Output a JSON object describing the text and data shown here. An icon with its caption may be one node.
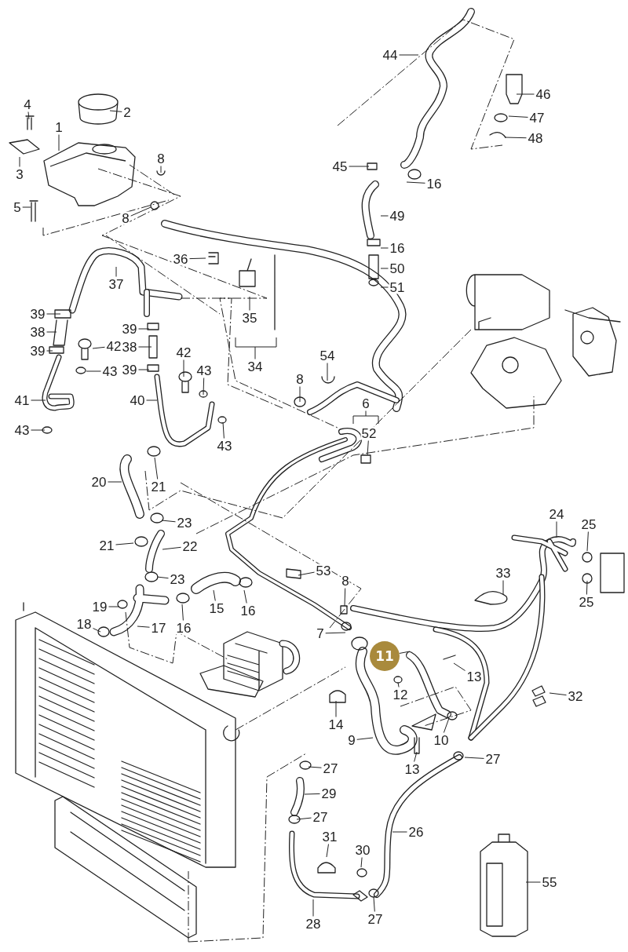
{
  "diagram": {
    "nodes": [
      {
        "text": [
          "4"
        ]
      },
      {
        "text": [
          "2"
        ]
      },
      {
        "text": [
          "1"
        ]
      },
      {
        "text": [
          "8"
        ]
      },
      {
        "text": [
          "3"
        ]
      },
      {
        "text": [
          "5"
        ]
      },
      {
        "text": [
          "8"
        ]
      },
      {
        "text": [
          "44"
        ]
      },
      {
        "text": [
          "46"
        ]
      },
      {
        "text": [
          "47"
        ]
      },
      {
        "text": [
          "48"
        ]
      },
      {
        "text": [
          "45"
        ]
      },
      {
        "text": [
          "16"
        ]
      },
      {
        "text": [
          "49"
        ]
      },
      {
        "text": [
          "16"
        ]
      },
      {
        "text": [
          "50"
        ]
      },
      {
        "text": [
          "51"
        ]
      },
      {
        "text": [
          "36"
        ]
      },
      {
        "text": [
          "37"
        ]
      },
      {
        "text": [
          "35"
        ]
      },
      {
        "text": [
          "34"
        ]
      },
      {
        "text": [
          "39"
        ]
      },
      {
        "text": [
          "38"
        ]
      },
      {
        "text": [
          "39"
        ]
      },
      {
        "text": [
          "39"
        ]
      },
      {
        "text": [
          "38"
        ]
      },
      {
        "text": [
          "42"
        ]
      },
      {
        "text": [
          "43"
        ]
      },
      {
        "text": [
          "39"
        ]
      },
      {
        "text": [
          "42"
        ]
      },
      {
        "text": [
          "43"
        ]
      },
      {
        "text": [
          "41"
        ]
      },
      {
        "text": [
          "40"
        ]
      },
      {
        "text": [
          "43"
        ]
      },
      {
        "text": [
          "43"
        ]
      },
      {
        "text": [
          "8"
        ]
      },
      {
        "text": [
          "54"
        ]
      },
      {
        "text": [
          "6"
        ]
      },
      {
        "text": [
          "52"
        ]
      },
      {
        "text": [
          "20"
        ]
      },
      {
        "text": [
          "21"
        ]
      },
      {
        "text": [
          "23"
        ]
      },
      {
        "text": [
          "21"
        ]
      },
      {
        "text": [
          "22"
        ]
      },
      {
        "text": [
          "24"
        ]
      },
      {
        "text": [
          "25"
        ]
      },
      {
        "text": [
          "33"
        ]
      },
      {
        "text": [
          "53"
        ]
      },
      {
        "text": [
          "23"
        ]
      },
      {
        "text": [
          "8"
        ]
      },
      {
        "text": [
          "15"
        ]
      },
      {
        "text": [
          "16"
        ]
      },
      {
        "text": [
          "19"
        ]
      },
      {
        "text": [
          "16"
        ]
      },
      {
        "text": [
          "25"
        ]
      },
      {
        "text": [
          "18"
        ]
      },
      {
        "text": [
          "17"
        ]
      },
      {
        "text": [
          "7"
        ]
      },
      {
        "text": [
          "11"
        ]
      },
      {
        "text": [
          "13"
        ]
      },
      {
        "text": [
          "12"
        ]
      },
      {
        "text": [
          "32"
        ]
      },
      {
        "text": [
          "14"
        ]
      },
      {
        "text": [
          "9"
        ]
      },
      {
        "text": [
          "10"
        ]
      },
      {
        "text": [
          "13"
        ]
      },
      {
        "text": [
          "27"
        ]
      },
      {
        "text": [
          "27"
        ]
      },
      {
        "text": [
          "29"
        ]
      },
      {
        "text": [
          "27"
        ]
      },
      {
        "text": [
          "31"
        ]
      },
      {
        "text": [
          "26"
        ]
      },
      {
        "text": [
          "30"
        ]
      },
      {
        "text": [
          "55"
        ]
      },
      {
        "text": [
          "28"
        ]
      },
      {
        "text": [
          "27"
        ]
      }
    ],
    "edges": [
      {
        "from": 0,
        "to": null,
        "arrow": "none"
      },
      {
        "from": 1,
        "to": null,
        "arrow": "none"
      },
      {
        "from": 2,
        "to": null,
        "arrow": "none"
      },
      {
        "from": 3,
        "to": null,
        "arrow": "none"
      },
      {
        "from": 4,
        "to": null,
        "arrow": "none"
      },
      {
        "from": 5,
        "to": null,
        "arrow": "none"
      },
      {
        "from": 6,
        "to": null,
        "arrow": "none"
      },
      {
        "from": 7,
        "to": null,
        "arrow": "none"
      },
      {
        "from": 8,
        "to": null,
        "arrow": "none"
      },
      {
        "from": 9,
        "to": null,
        "arrow": "none"
      },
      {
        "from": 10,
        "to": null,
        "arrow": "none"
      },
      {
        "from": 11,
        "to": null,
        "arrow": "none"
      },
      {
        "from": 12,
        "to": null,
        "arrow": "none"
      },
      {
        "from": 13,
        "to": null,
        "arrow": "none"
      },
      {
        "from": 14,
        "to": null,
        "arrow": "none"
      },
      {
        "from": 15,
        "to": null,
        "arrow": "none"
      },
      {
        "from": 16,
        "to": null,
        "arrow": "none"
      },
      {
        "from": 17,
        "to": null,
        "arrow": "none"
      },
      {
        "from": 18,
        "to": null,
        "arrow": "none"
      },
      {
        "from": 19,
        "to": null,
        "arrow": "none"
      },
      {
        "from": 20,
        "to": null,
        "arrow": "none"
      },
      {
        "from": 21,
        "to": null,
        "arrow": "none"
      },
      {
        "from": 22,
        "to": null,
        "arrow": "none"
      },
      {
        "from": 23,
        "to": null,
        "arrow": "none"
      },
      {
        "from": 24,
        "to": null,
        "arrow": "none"
      },
      {
        "from": 25,
        "to": null,
        "arrow": "none"
      },
      {
        "from": 26,
        "to": null,
        "arrow": "none"
      },
      {
        "from": 27,
        "to": null,
        "arrow": "none"
      },
      {
        "from": 28,
        "to": null,
        "arrow": "none"
      },
      {
        "from": 29,
        "to": null,
        "arrow": "none"
      },
      {
        "from": 30,
        "to": null,
        "arrow": "none"
      },
      {
        "from": 31,
        "to": null,
        "arrow": "none"
      },
      {
        "from": 32,
        "to": null,
        "arrow": "none"
      },
      {
        "from": 33,
        "to": null,
        "arrow": "none"
      },
      {
        "from": 34,
        "to": null,
        "arrow": "none"
      },
      {
        "from": 35,
        "to": null,
        "arrow": "none"
      },
      {
        "from": 36,
        "to": null,
        "arrow": "none"
      },
      {
        "from": 37,
        "to": null,
        "arrow": "none"
      },
      {
        "from": 38,
        "to": null,
        "arrow": "none"
      },
      {
        "from": 39,
        "to": null,
        "arrow": "none"
      },
      {
        "from": 40,
        "to": null,
        "arrow": "none"
      },
      {
        "from": 41,
        "to": null,
        "arrow": "none"
      },
      {
        "from": 42,
        "to": null,
        "arrow": "none"
      },
      {
        "from": 43,
        "to": null,
        "arrow": "none"
      },
      {
        "from": 44,
        "to": null,
        "arrow": "none"
      },
      {
        "from": 45,
        "to": null,
        "arrow": "none"
      },
      {
        "from": 46,
        "to": null,
        "arrow": "none"
      },
      {
        "from": 47,
        "to": null,
        "arrow": "none"
      },
      {
        "from": 48,
        "to": null,
        "arrow": "none"
      },
      {
        "from": 49,
        "to": null,
        "arrow": "none"
      },
      {
        "from": 50,
        "to": null,
        "arrow": "none"
      },
      {
        "from": 51,
        "to": null,
        "arrow": "none"
      },
      {
        "from": 52,
        "to": null,
        "arrow": "none"
      },
      {
        "from": 53,
        "to": null,
        "arrow": "none"
      },
      {
        "from": 54,
        "to": null,
        "arrow": "none"
      },
      {
        "from": 55,
        "to": null,
        "arrow": "none"
      },
      {
        "from": 56,
        "to": null,
        "arrow": "none"
      },
      {
        "from": 57,
        "to": null,
        "arrow": "none"
      },
      {
        "from": 58,
        "to": null,
        "arrow": "none"
      },
      {
        "from": 59,
        "to": null,
        "arrow": "none"
      },
      {
        "from": 60,
        "to": null,
        "arrow": "none"
      },
      {
        "from": 61,
        "to": null,
        "arrow": "none"
      },
      {
        "from": 62,
        "to": null,
        "arrow": "none"
      },
      {
        "from": 63,
        "to": null,
        "arrow": "none"
      },
      {
        "from": 64,
        "to": null,
        "arrow": "none"
      },
      {
        "from": 65,
        "to": null,
        "arrow": "none"
      },
      {
        "from": 66,
        "to": null,
        "arrow": "none"
      },
      {
        "from": 67,
        "to": null,
        "arrow": "none"
      },
      {
        "from": 68,
        "to": null,
        "arrow": "none"
      },
      {
        "from": 69,
        "to": null,
        "arrow": "none"
      },
      {
        "from": 70,
        "to": null,
        "arrow": "none"
      },
      {
        "from": 71,
        "to": null,
        "arrow": "none"
      },
      {
        "from": 72,
        "to": null,
        "arrow": "none"
      },
      {
        "from": 73,
        "to": null,
        "arrow": "none"
      },
      {
        "from": 74,
        "to": null,
        "arrow": "none"
      },
      {
        "from": 75,
        "to": null,
        "arrow": "none"
      }
    ]
  }
}
